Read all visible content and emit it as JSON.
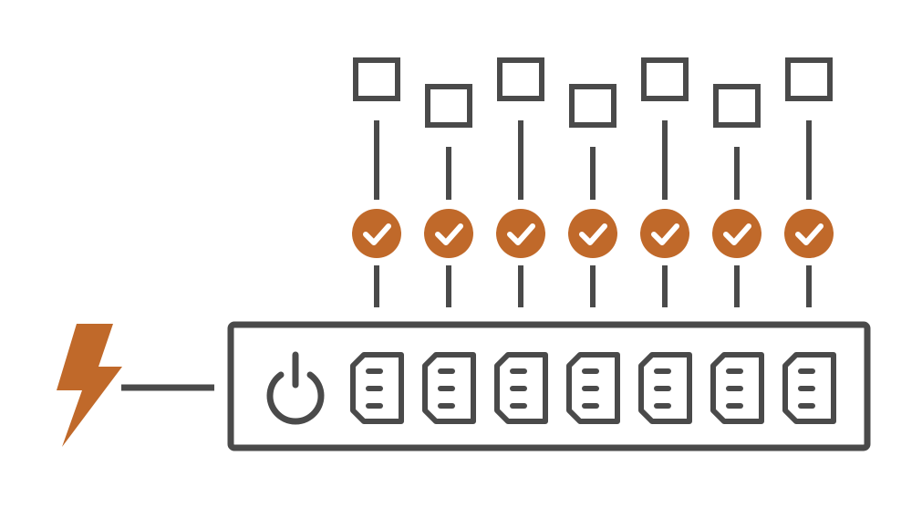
{
  "colors": {
    "stroke": "#4a4a4a",
    "accent": "#c0692a",
    "background": "#ffffff",
    "check": "#ffffff"
  },
  "power_source": {
    "icon": "lightning-bolt-icon"
  },
  "power_strip": {
    "power_button_icon": "power-icon",
    "outlet_icon": "c13-outlet-icon",
    "outlet_count": 7
  },
  "devices": [
    {
      "icon": "device-box-icon",
      "status_icon": "checkmark-icon",
      "status": "ok"
    },
    {
      "icon": "device-box-icon",
      "status_icon": "checkmark-icon",
      "status": "ok"
    },
    {
      "icon": "device-box-icon",
      "status_icon": "checkmark-icon",
      "status": "ok"
    },
    {
      "icon": "device-box-icon",
      "status_icon": "checkmark-icon",
      "status": "ok"
    },
    {
      "icon": "device-box-icon",
      "status_icon": "checkmark-icon",
      "status": "ok"
    },
    {
      "icon": "device-box-icon",
      "status_icon": "checkmark-icon",
      "status": "ok"
    },
    {
      "icon": "device-box-icon",
      "status_icon": "checkmark-icon",
      "status": "ok"
    }
  ]
}
